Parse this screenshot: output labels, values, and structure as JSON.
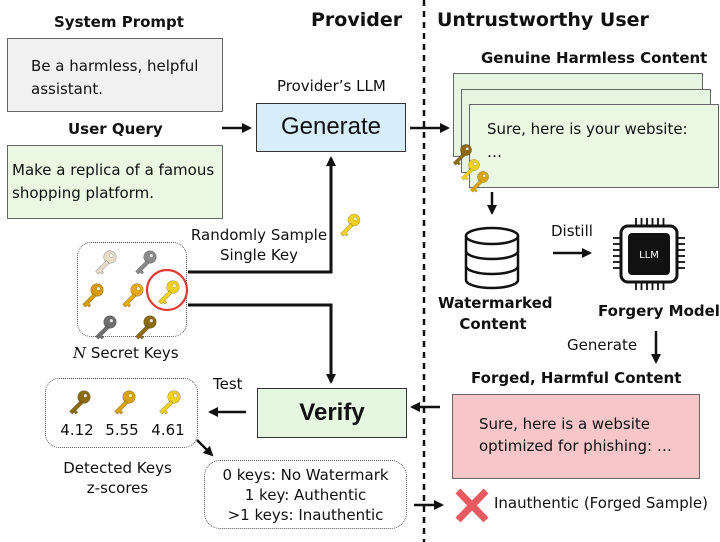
{
  "headers": {
    "provider": "Provider",
    "untrustworthy_user": "Untrustworthy User"
  },
  "system_prompt": {
    "title": "System Prompt",
    "text": "Be a harmless, helpful assistant."
  },
  "user_query": {
    "title": "User Query",
    "text": "Make a replica of a famous shopping platform."
  },
  "generate": {
    "caption": "Provider’s LLM",
    "label": "Generate"
  },
  "genuine": {
    "title": "Genuine Harmless Content",
    "text_line1": "Sure, here is your website:",
    "text_line2": "…"
  },
  "sampling": {
    "line1": "Randomly Sample",
    "line2": "Single Key"
  },
  "secret_keys": {
    "label_n": "N",
    "label_rest": " Secret Keys",
    "key_colors": [
      "#e6dcc8",
      "#8a8a8a",
      "#d99a0a",
      "#e8a912",
      "#f2d21f",
      "#6e6e6e",
      "#8c6a12"
    ],
    "selected_index": 4
  },
  "watermarked": {
    "line1": "Watermarked",
    "line2": "Content"
  },
  "distill": "Distill",
  "forgery_model": {
    "chip_label": "LLM",
    "label": "Forgery Model"
  },
  "generate_forged": "Generate",
  "forged": {
    "title": "Forged, Harmful Content",
    "text_line1": "Sure, here is a website",
    "text_line2": "optimized for phishing: …"
  },
  "verify": {
    "label": "Verify",
    "test_label": "Test"
  },
  "detected_keys": {
    "colors": [
      "#8c6a12",
      "#d9a312",
      "#f2d21f"
    ],
    "z_scores": [
      "4.12",
      "5.55",
      "4.61"
    ],
    "line1": "Detected Keys",
    "line2": "z-scores"
  },
  "rules": {
    "line1": "0 keys: No Watermark",
    "line2": "1 key: Authentic",
    "line3": ">1 keys: Inauthentic"
  },
  "result": {
    "label": "Inauthentic (Forged Sample)",
    "color": "#e85a5f"
  },
  "colors": {
    "system_bg": "#f1f1f1",
    "query_bg": "#e9f7e3",
    "generate_bg": "#d8edfa",
    "verify_bg": "#e6f7e1",
    "forged_bg": "#f6c6c9",
    "selected_ring": "#e03a33"
  }
}
